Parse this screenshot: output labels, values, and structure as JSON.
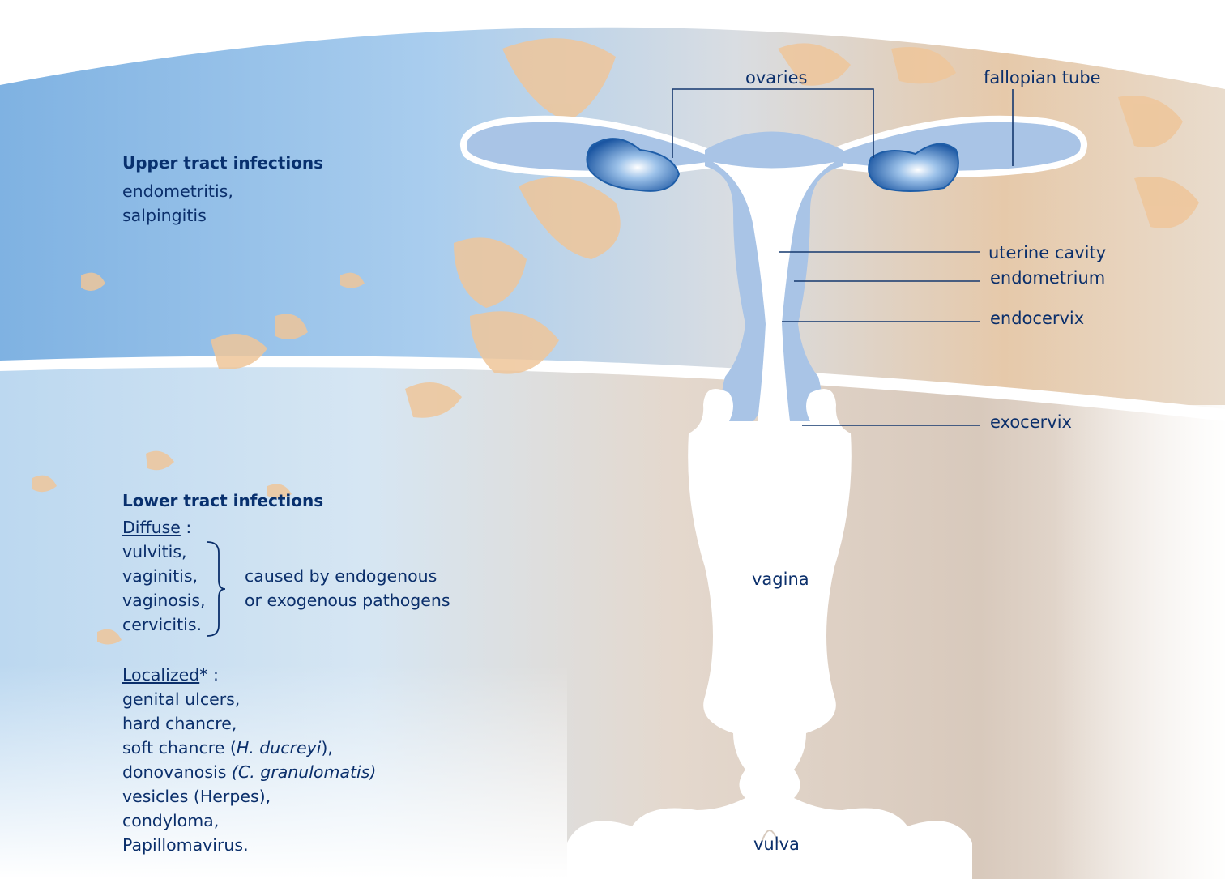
{
  "labels": {
    "ovaries": "ovaries",
    "fallopian_tube": "fallopian tube",
    "uterine_cavity": "uterine cavity",
    "endometrium": "endometrium",
    "endocervix": "endocervix",
    "exocervix": "exocervix",
    "vagina": "vagina",
    "vulva": "vulva"
  },
  "upper_tract": {
    "heading": "Upper tract infections",
    "lines": [
      "endometritis,",
      "salpingitis"
    ]
  },
  "lower_tract": {
    "heading": "Lower tract infections",
    "diffuse": {
      "label": "Diffuse",
      "colon": " :",
      "items": [
        "vulvitis,",
        "vaginitis,",
        "vaginosis,",
        "cervicitis."
      ],
      "cause_lines": [
        "caused by endogenous",
        "or exogenous pathogens"
      ]
    },
    "localized": {
      "label": "Localized",
      "suffix": "* :",
      "items": [
        "genital ulcers,",
        "hard chancre,",
        {
          "text": "soft chancre (",
          "italic": "H. ducreyi",
          "after": "),"
        },
        {
          "text": "donovanosis ",
          "italic": "(C. granulomatis)",
          "after": ""
        },
        "vesicles (Herpes),",
        "condyloma,",
        "Papillomavirus."
      ]
    }
  },
  "colors": {
    "text": "#0b2f6b",
    "heading": "#08306e",
    "sky_blue": "#9fc4e6",
    "deep_blue": "#5d93cf",
    "skin": "#f0c79b",
    "organ_fill": "#a9c4e6",
    "ovary": "#1f5ea8",
    "leader_line": "#14386f"
  }
}
